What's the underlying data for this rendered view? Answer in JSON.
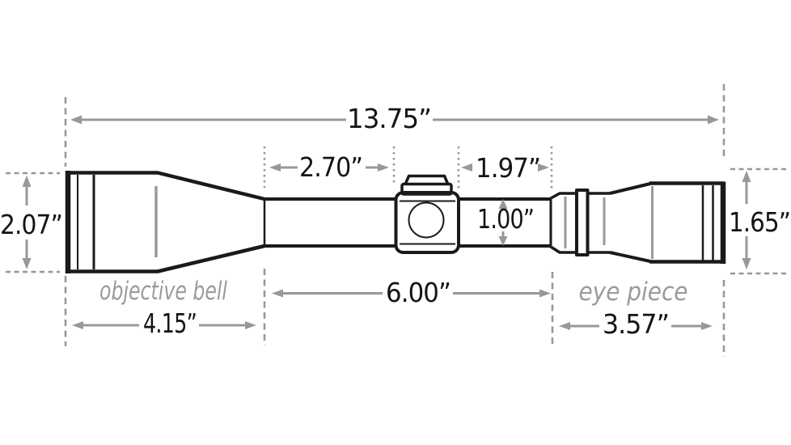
{
  "diagram": {
    "title": "riflescope dimension drawing",
    "background": "#ffffff",
    "colors": {
      "outline_black": "#1a1a1a",
      "dimension_gray": "#989898",
      "label_gray": "#9b9b9b"
    },
    "labels": {
      "objective_bell": "objective bell",
      "eye_piece": "eye piece"
    },
    "dimensions": {
      "overall_length": "13.75”",
      "objective_to_turret": "2.70”",
      "turret_to_eyepiece": "1.97”",
      "objective_bell_diameter": "2.07”",
      "main_tube_diameter": "1.00”",
      "eye_piece_diameter": "1.65”",
      "center_tube_length": "6.00”",
      "objective_bell_length": "4.15”",
      "eye_piece_length": "3.57”"
    }
  }
}
